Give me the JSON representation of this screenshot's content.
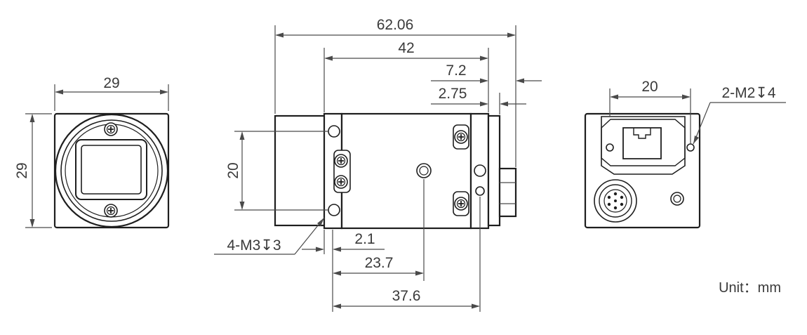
{
  "diagram": {
    "front_view": {
      "width_label": "29",
      "height_label": "29"
    },
    "side_view": {
      "overall_length_label": "62.06",
      "body_length_label": "42",
      "rear_offset_label": "7.2",
      "connector_offset_label": "2.75",
      "mount_hole_spacing_label": "20",
      "front_hole_offset_label": "2.1",
      "center_hole_offset_label": "23.7",
      "rear_hole_offset_label": "37.6",
      "front_thread_callout": "4-M3↧3"
    },
    "rear_view": {
      "hole_spacing_label": "20",
      "thread_callout": "2-M2↧4"
    },
    "unit_label": "Unit：mm"
  },
  "colors": {
    "outline": "#1e1e1e",
    "dimension": "#4a4a4a",
    "text": "#3a3a3a"
  }
}
